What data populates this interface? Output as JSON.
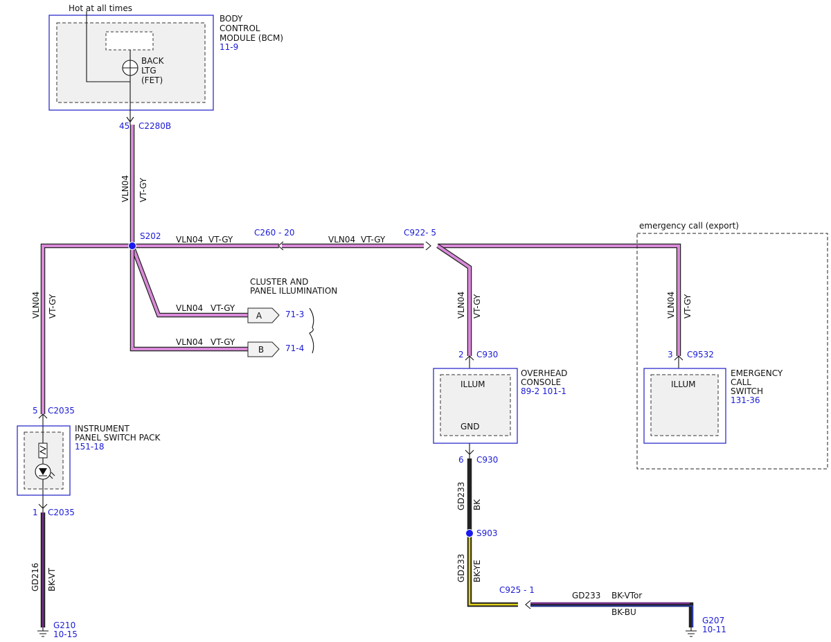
{
  "colors": {
    "vt_gy": "#d98ad9",
    "bk": "#000000",
    "bk_ye": "#e0d21b",
    "bk_vt": "#7a2f8f",
    "bk_bu": "#2b3fbf",
    "module_outline": "#2c2ccc",
    "reference_text": "#1a1ad6",
    "splice": "#1a1aee"
  },
  "modules": {
    "bcm": {
      "name": [
        "BODY",
        "CONTROL",
        "MODULE (BCM)"
      ],
      "ref": "11-9",
      "hot_label": "Hot at all times",
      "fet_label": [
        "BACK",
        "LTG",
        "(FET)"
      ]
    },
    "ipsp": {
      "name": [
        "INSTRUMENT",
        "PANEL SWITCH PACK"
      ],
      "ref": "151-18"
    },
    "overhead": {
      "name": [
        "OVERHEAD",
        "CONSOLE"
      ],
      "ref": "89-2  101-1",
      "pin_top": "ILLUM",
      "pin_bottom": "GND"
    },
    "ecall": {
      "name": [
        "EMERGENCY",
        "CALL",
        "SWITCH"
      ],
      "ref": "131-36",
      "pin_top": "ILLUM",
      "region_label": "emergency call (export)"
    }
  },
  "connectors": {
    "bcm_out": {
      "pin": "45",
      "id": "C2280B"
    },
    "ipsp_in": {
      "pin": "5",
      "id": "C2035"
    },
    "ipsp_out": {
      "pin": "1",
      "id": "C2035"
    },
    "c260": "C260 -  20",
    "c922": "C922-  5",
    "overhead_in": {
      "pin": "2",
      "id": "C930"
    },
    "overhead_out": {
      "pin": "6",
      "id": "C930"
    },
    "ecall_in": {
      "pin": "3",
      "id": "C9532"
    },
    "c925": "C925  -  1"
  },
  "splices": {
    "s202": "S202",
    "s903": "S903"
  },
  "cluster": {
    "title": [
      "CLUSTER AND",
      "PANEL ILLUMINATION"
    ],
    "branch_a": {
      "letter": "A",
      "ref": "71-3"
    },
    "branch_b": {
      "letter": "B",
      "ref": "71-4"
    }
  },
  "circuits": {
    "vln04": "VLN04",
    "vt_gy": "VT-GY",
    "gd233": "GD233",
    "gd216": "GD216",
    "bk": "BK",
    "bk_ye": "BK-YE",
    "bk_vt": "BK-VT",
    "bk_vtor": "BK-VTor",
    "bk_bu": "BK-BU"
  },
  "grounds": {
    "g210": {
      "id": "G210",
      "ref": "10-15"
    },
    "g207": {
      "id": "G207",
      "ref": "10-11"
    }
  }
}
